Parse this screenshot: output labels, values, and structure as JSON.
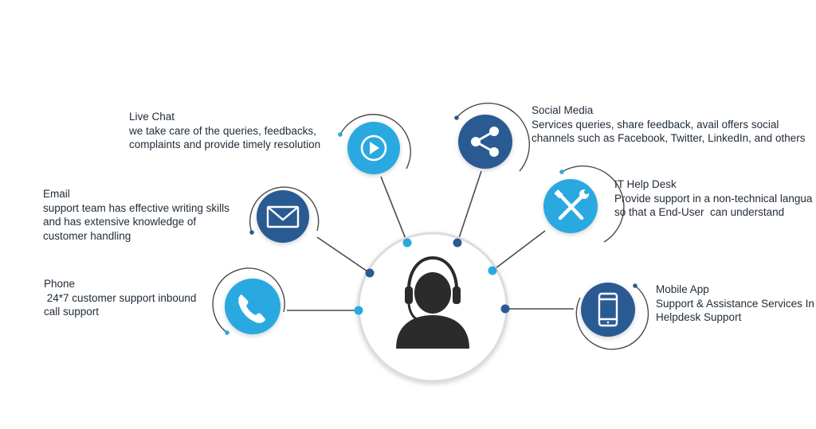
{
  "colors": {
    "light_blue": "#29a9e1",
    "dark_blue": "#2c5a92",
    "line": "#4a4a4a",
    "ring": "#d9d9d9",
    "head": "#2b2b2b"
  },
  "center": {
    "icon": "headset-agent-icon"
  },
  "channels": [
    {
      "id": "live-chat",
      "title": "Live Chat",
      "desc": "we take care of the queries, feedbacks,\ncomplaints and provide timely resolution",
      "icon": "play-icon",
      "color": "light_blue"
    },
    {
      "id": "email",
      "title": "Email",
      "desc": "support team has effective writing skills\nand has extensive knowledge of\ncustomer handling",
      "icon": "envelope-icon",
      "color": "dark_blue"
    },
    {
      "id": "phone",
      "title": "Phone",
      "desc": " 24*7 customer support inbound\ncall support",
      "icon": "phone-icon",
      "color": "light_blue"
    },
    {
      "id": "social",
      "title": "Social Media",
      "desc": "Services queries, share feedback, avail offers social\nchannels such as Facebook, Twitter, LinkedIn, and others",
      "icon": "share-icon",
      "color": "dark_blue"
    },
    {
      "id": "ithelp",
      "title": "IT Help Desk",
      "desc": "Provide support in a non-technical langua\nso that a End-User  can understand",
      "icon": "tools-icon",
      "color": "light_blue"
    },
    {
      "id": "mobile",
      "title": "Mobile App",
      "desc": "Support & Assistance Services In\nHelpdesk Support",
      "icon": "smartphone-icon",
      "color": "dark_blue"
    }
  ]
}
